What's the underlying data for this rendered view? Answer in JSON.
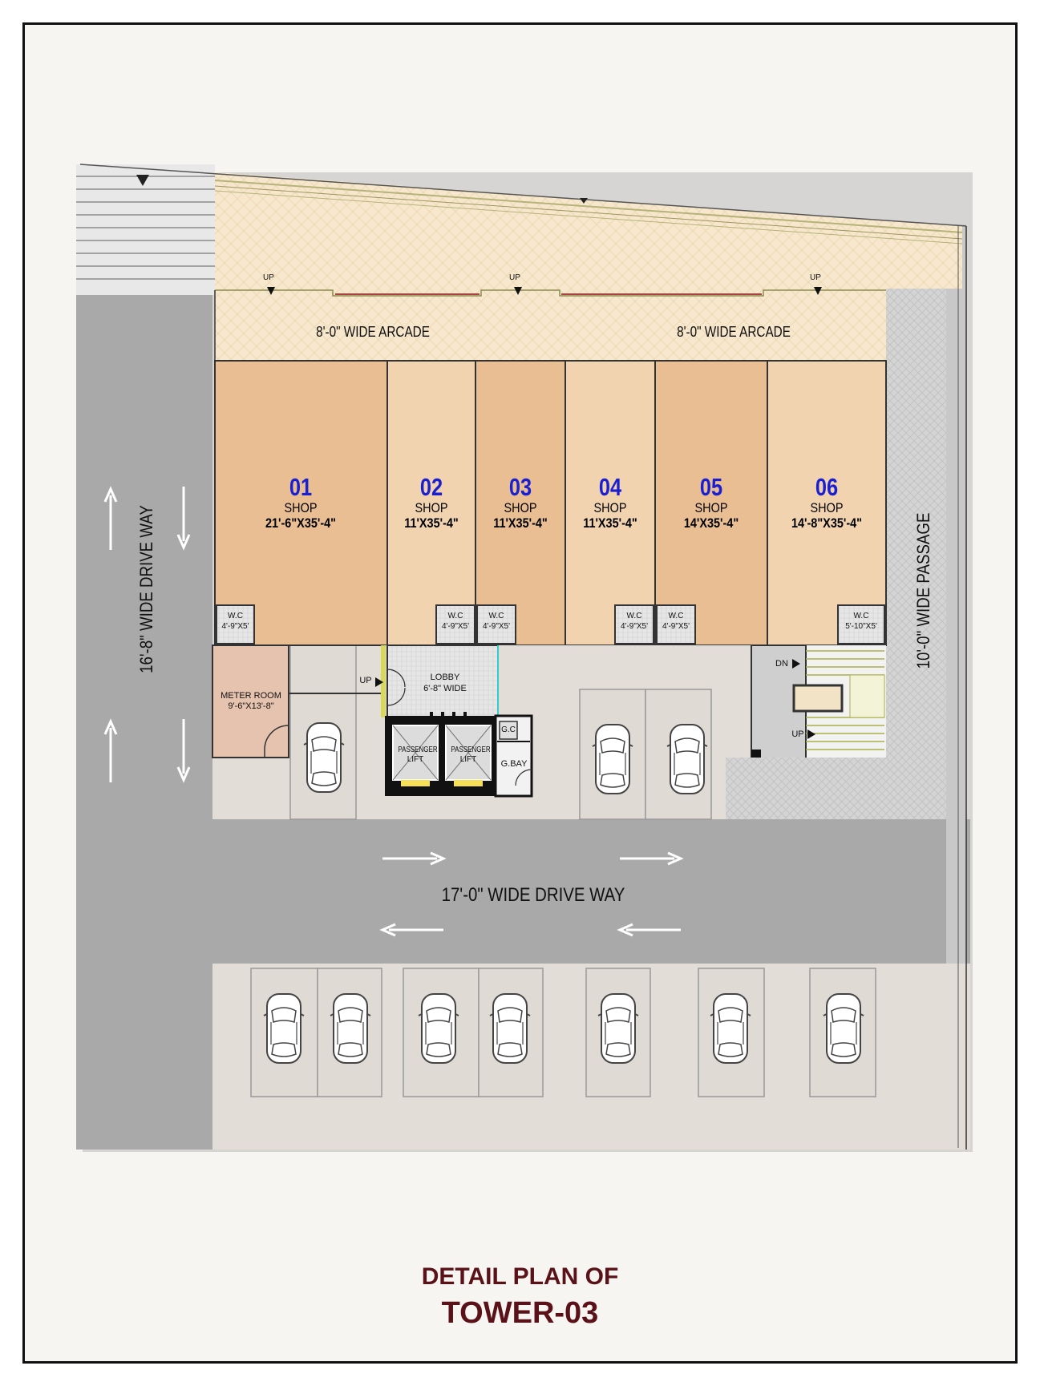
{
  "title": {
    "line1": "DETAIL PLAN OF",
    "line2": "TOWER-03"
  },
  "arcade": {
    "left_label": "8'-0\" WIDE ARCADE",
    "right_label": "8'-0\" WIDE ARCADE",
    "up_label": "UP"
  },
  "shops": [
    {
      "number": "01",
      "type": "SHOP",
      "size": "21'-6\"X35'-4\"",
      "wc_label": "W.C",
      "wc_size": "4'-9\"X5'"
    },
    {
      "number": "02",
      "type": "SHOP",
      "size": "11'X35'-4\"",
      "wc_label": "W.C",
      "wc_size": "4'-9\"X5'"
    },
    {
      "number": "03",
      "type": "SHOP",
      "size": "11'X35'-4\"",
      "wc_label": "W.C",
      "wc_size": "4'-9\"X5'"
    },
    {
      "number": "04",
      "type": "SHOP",
      "size": "11'X35'-4\"",
      "wc_label": "W.C",
      "wc_size": "4'-9\"X5'"
    },
    {
      "number": "05",
      "type": "SHOP",
      "size": "14'X35'-4\"",
      "wc_label": "W.C",
      "wc_size": "4'-9\"X5'"
    },
    {
      "number": "06",
      "type": "SHOP",
      "size": "14'-8\"X35'-4\"",
      "wc_label": "W.C",
      "wc_size": "5'-10\"X5'"
    }
  ],
  "lobby": {
    "name": "LOBBY",
    "width": "6'-8\" WIDE",
    "up": "UP"
  },
  "lifts": [
    "PASSENGER LIFT",
    "PASSENGER LIFT"
  ],
  "lift_short": [
    "PASSENGER",
    "LIFT"
  ],
  "gc_label": "G.C",
  "gbay_label": "G.BAY",
  "meter_room": {
    "name": "METER ROOM",
    "size": "9'-6\"X13'-8\""
  },
  "stair": {
    "dn": "DN",
    "up": "UP"
  },
  "drive_left": "16'-8\" WIDE DRIVE WAY",
  "drive_bottom": "17'-0\" WIDE DRIVE WAY",
  "passage": "10'-0\" WIDE PASSAGE",
  "colors": {
    "shop_dark": "#e9be93",
    "shop_light": "#f1d3b0",
    "arcade": "#f7e8cd",
    "road": "#a9a9a9",
    "pavement": "#e3ddd8",
    "passage": "#d9d9d9",
    "number_blue": "#1a1fd0",
    "title": "#5a1218"
  }
}
